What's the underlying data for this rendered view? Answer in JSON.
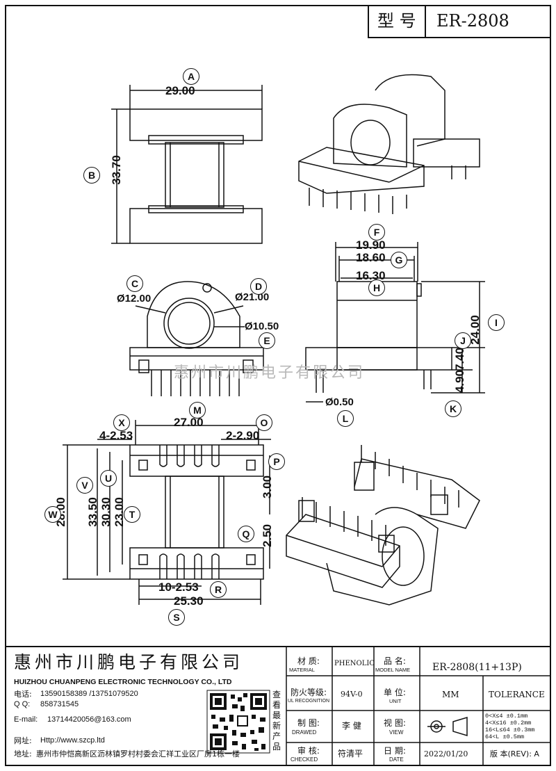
{
  "header": {
    "type_label": "型 号",
    "model": "ER-2808"
  },
  "dims": {
    "A": "29.00",
    "B": "33.70",
    "C": "Ø12.00",
    "D": "Ø21.00",
    "E": "Ø10.50",
    "F": "19.90",
    "G": "18.60",
    "H": "16.30",
    "I": "24.00",
    "J": "7.40",
    "K": "4.90",
    "L": "Ø0.50",
    "M": "27.00",
    "X": "4-2.53",
    "O": "2-2.90",
    "P": "3.00",
    "Q": "2.50",
    "W": "28.00",
    "V": "33.50",
    "U": "30.30",
    "T": "23.00",
    "R": "10-2.53",
    "S": "25.30"
  },
  "letters": [
    "A",
    "B",
    "C",
    "D",
    "E",
    "F",
    "G",
    "H",
    "I",
    "J",
    "K",
    "L",
    "M",
    "X",
    "O",
    "P",
    "Q",
    "W",
    "V",
    "U",
    "T",
    "R",
    "S"
  ],
  "watermark": "惠州市川鹏电子有限公司",
  "company": {
    "name_cn": "惠州市川鹏电子有限公司",
    "name_en": "HUIZHOU CHUANPENG ELECTRONIC TECHNOLOGY CO., LTD",
    "phone_label": "电话:",
    "phone": "13590158389 /13751079520",
    "qq_label": "Q Q:",
    "qq": "858731545",
    "email_label": "E-mail:",
    "email": "13714420056@163.com",
    "web_label": "网址:",
    "web": "Http://www.szcp.ltd",
    "addr_label": "地址:",
    "addr": "惠州市仲恺高新区沥林镇罗村村委会汇祥工业区厂房1栋一楼",
    "qr_caption": "查看最新产品"
  },
  "table": {
    "material_cn": "材 质:",
    "material_en": "MATERIAL",
    "material_val": "PHENOLIC",
    "part_cn": "品 名:",
    "part_en": "MODEL NAME",
    "part_val": "ER-2808(11+13P)",
    "fire_cn": "防火等级:",
    "fire_en": "UL RECOGNITION",
    "fire_val": "94V-0",
    "unit_cn": "单 位:",
    "unit_en": "UNIT",
    "unit_val": "MM",
    "tolerance": "TOLERANCE",
    "drawn_cn": "制 图:",
    "drawn_en": "DRAWED",
    "drawn_val": "李 健",
    "view_cn": "视 图:",
    "view_en": "VIEW",
    "checked_cn": "审 核:",
    "checked_en": "CHECKED",
    "checked_val": "符清平",
    "date_cn": "日 期:",
    "date_en": "DATE",
    "date_val": "2022/01/20",
    "rev_label": "版 本(REV): A",
    "tol1": "0<X≤4   ±0.1mm",
    "tol2": "4<X≤16  ±0.2mm",
    "tol3": "16<L≤64 ±0.3mm",
    "tol4": "64<L    ±0.5mm"
  }
}
